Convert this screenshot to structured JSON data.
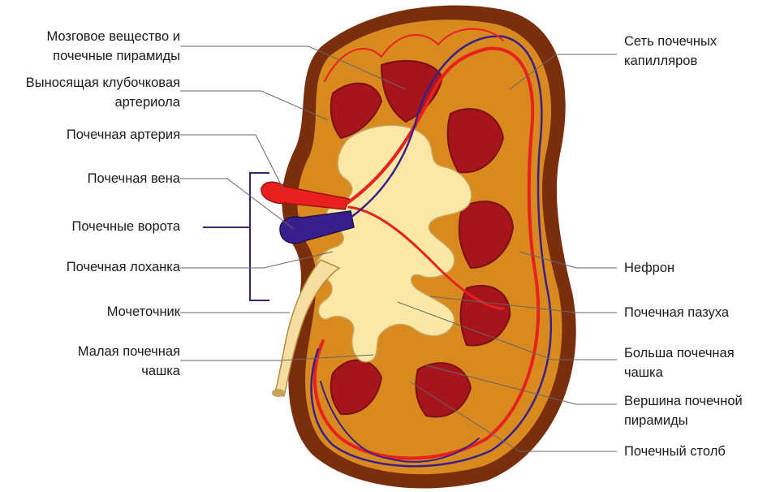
{
  "labels_left": [
    {
      "id": "medulla",
      "text": "Мозговое вещество и\nпочечные пирамиды"
    },
    {
      "id": "efferent",
      "text": "Выносящая клубочковая\nартериола"
    },
    {
      "id": "artery",
      "text": "Почечная артерия"
    },
    {
      "id": "vein",
      "text": "Почечная вена"
    },
    {
      "id": "hilum",
      "text": "Почечные ворота"
    },
    {
      "id": "pelvis",
      "text": "Почечная лоханка"
    },
    {
      "id": "ureter",
      "text": "Мочеточник"
    },
    {
      "id": "minor_calyx",
      "text": "Малая почечная\nчашка"
    }
  ],
  "labels_right": [
    {
      "id": "capillaries",
      "text": "Сеть почечных\nкапилляров"
    },
    {
      "id": "nephron",
      "text": "Нефрон"
    },
    {
      "id": "sinus",
      "text": "Почечная пазуха"
    },
    {
      "id": "major_calyx",
      "text": "Больша почечная\nчашка"
    },
    {
      "id": "papilla",
      "text": "Вершина почечной\nпирамиды"
    },
    {
      "id": "column",
      "text": "Почечный столб"
    }
  ],
  "colors": {
    "capsule": "#7a2e0e",
    "cortex": "#d98a1e",
    "pyramid": "#a8141c",
    "pelvis": "#fbe7a6",
    "artery": "#e8201e",
    "vein": "#3a1f8c",
    "ureter": "#f6dda0",
    "leader_line": "#666666",
    "bracket": "#3a2370"
  }
}
